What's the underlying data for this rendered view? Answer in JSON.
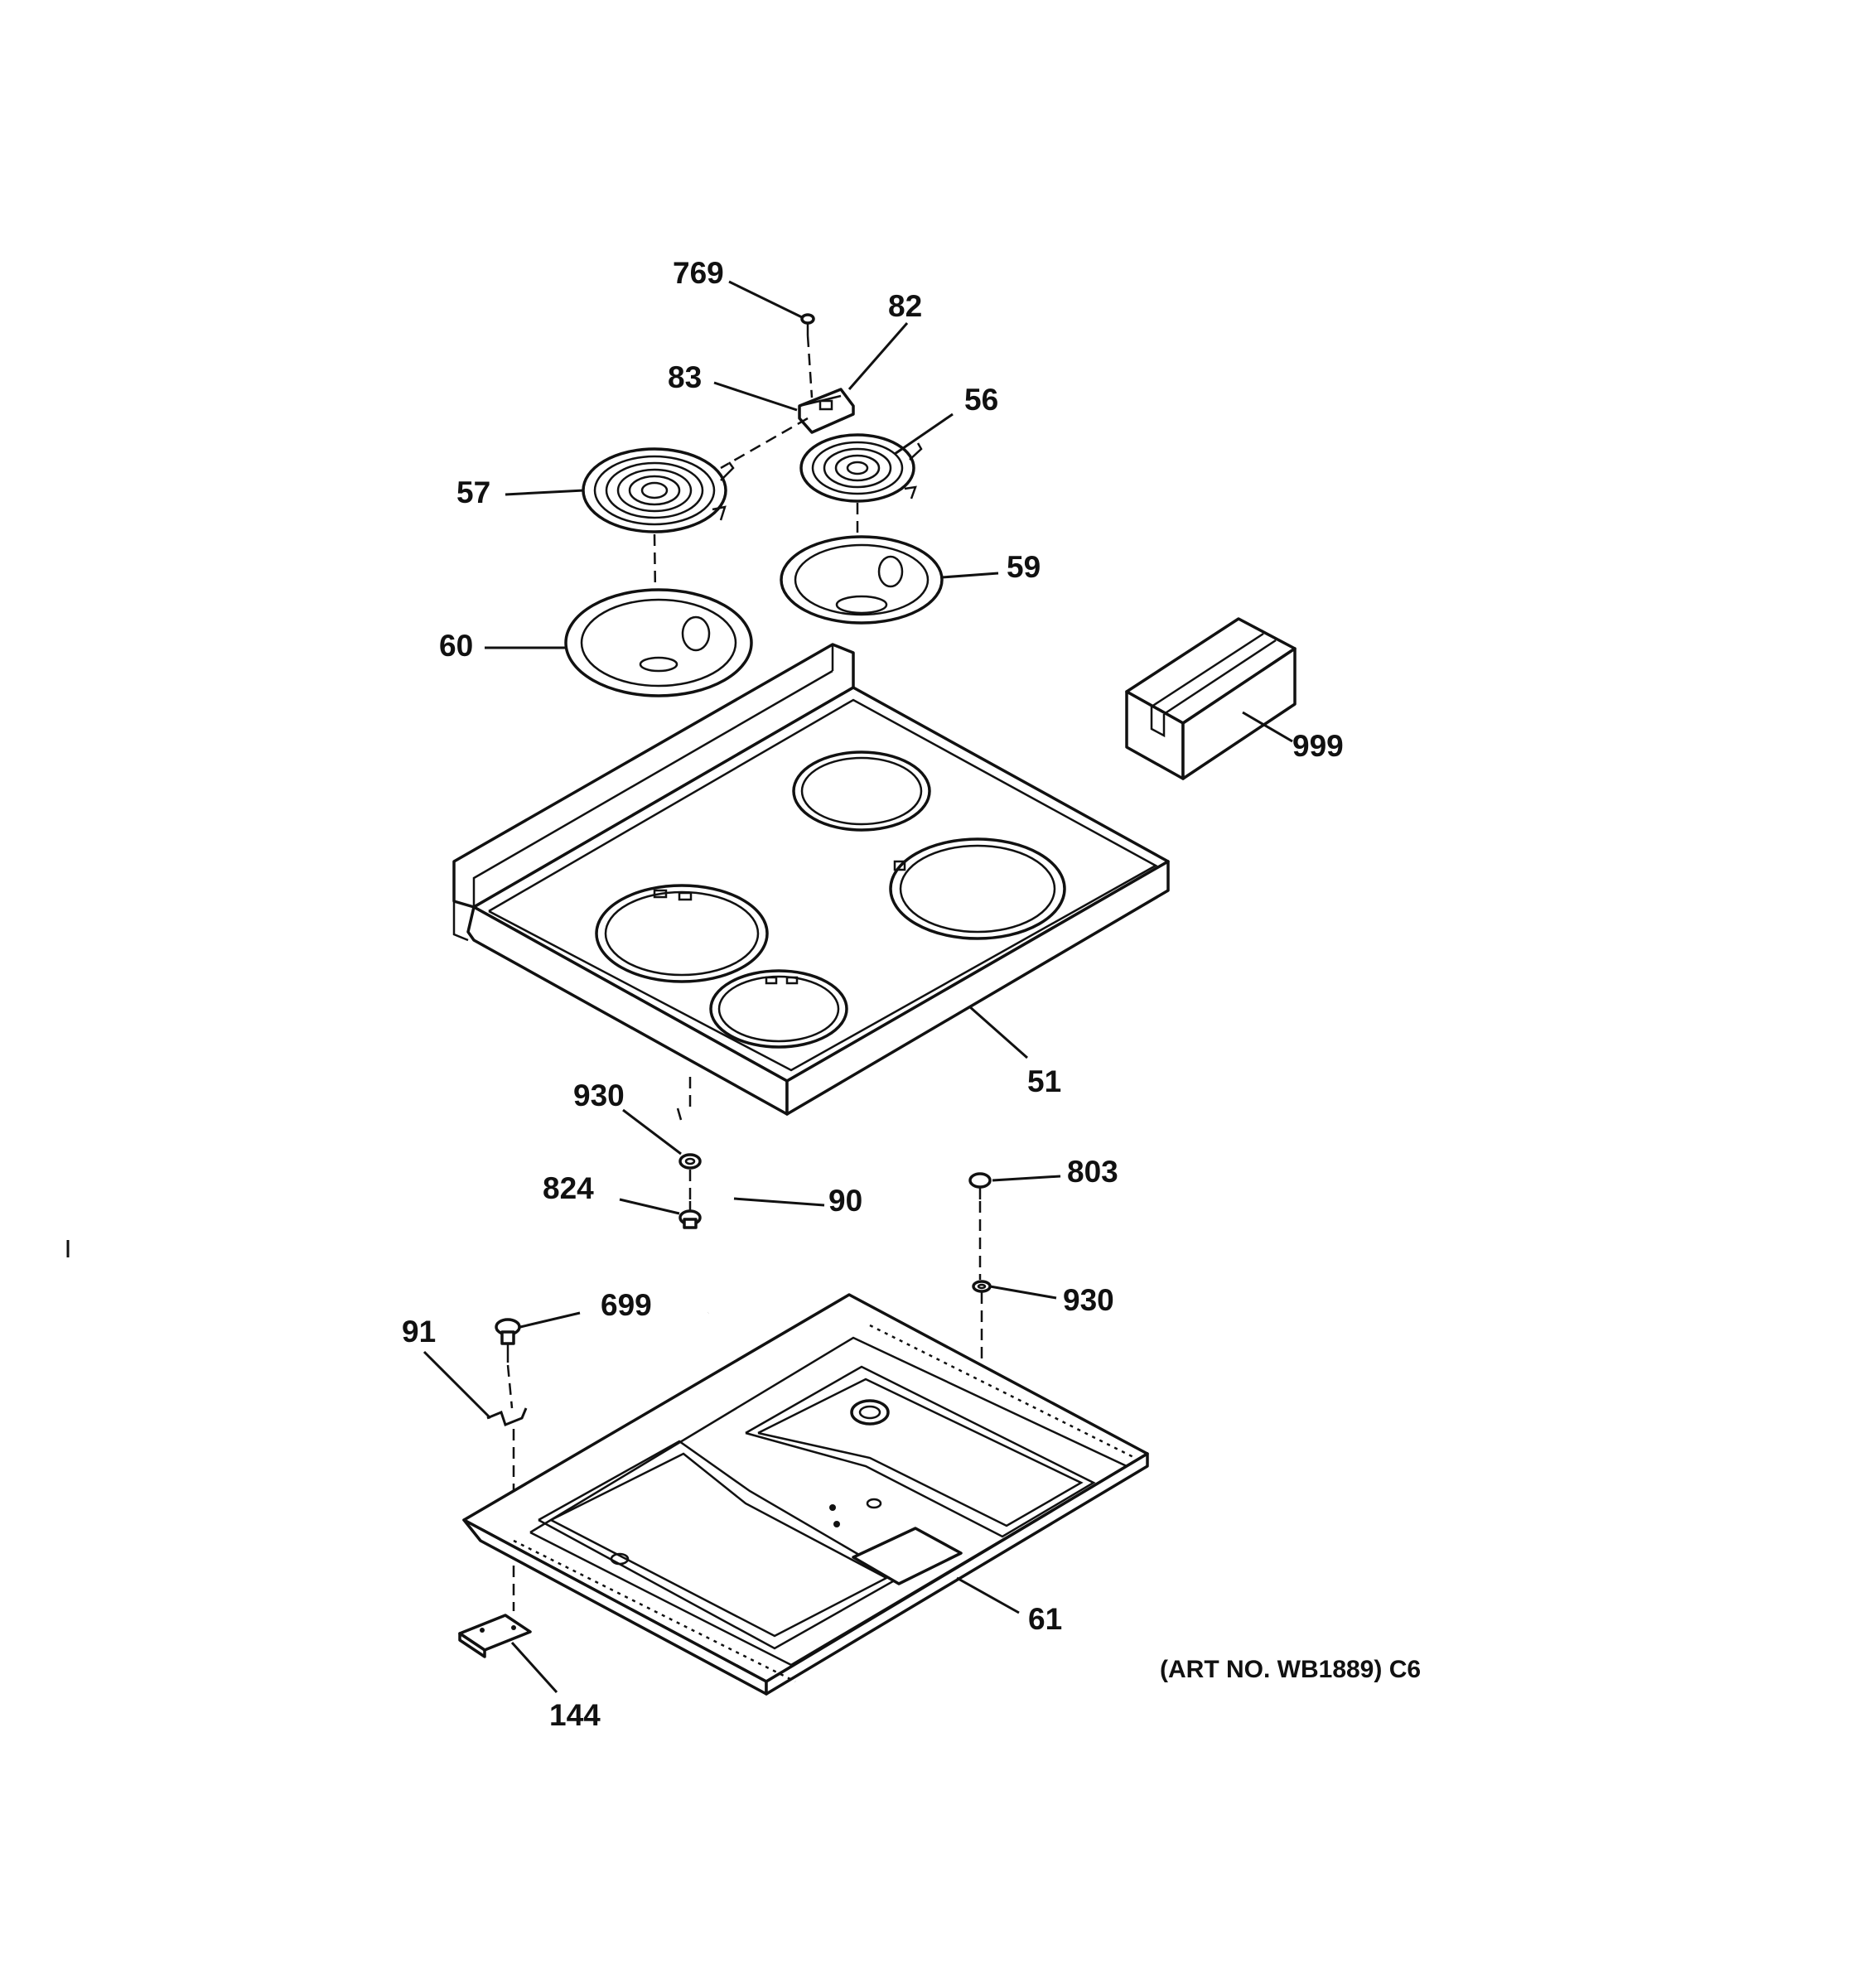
{
  "labels": {
    "p769": "769",
    "p82": "82",
    "p83": "83",
    "p56": "56",
    "p57": "57",
    "p59": "59",
    "p60": "60",
    "p999": "999",
    "p51": "51",
    "p930a": "930",
    "p824": "824",
    "p90": "90",
    "p803": "803",
    "p930b": "930",
    "p699": "699",
    "p91": "91",
    "p61": "61",
    "p144": "144"
  },
  "art_number": "(ART NO. WB1889) C6",
  "colors": {
    "ink": "#111111",
    "paper": "#ffffff"
  }
}
